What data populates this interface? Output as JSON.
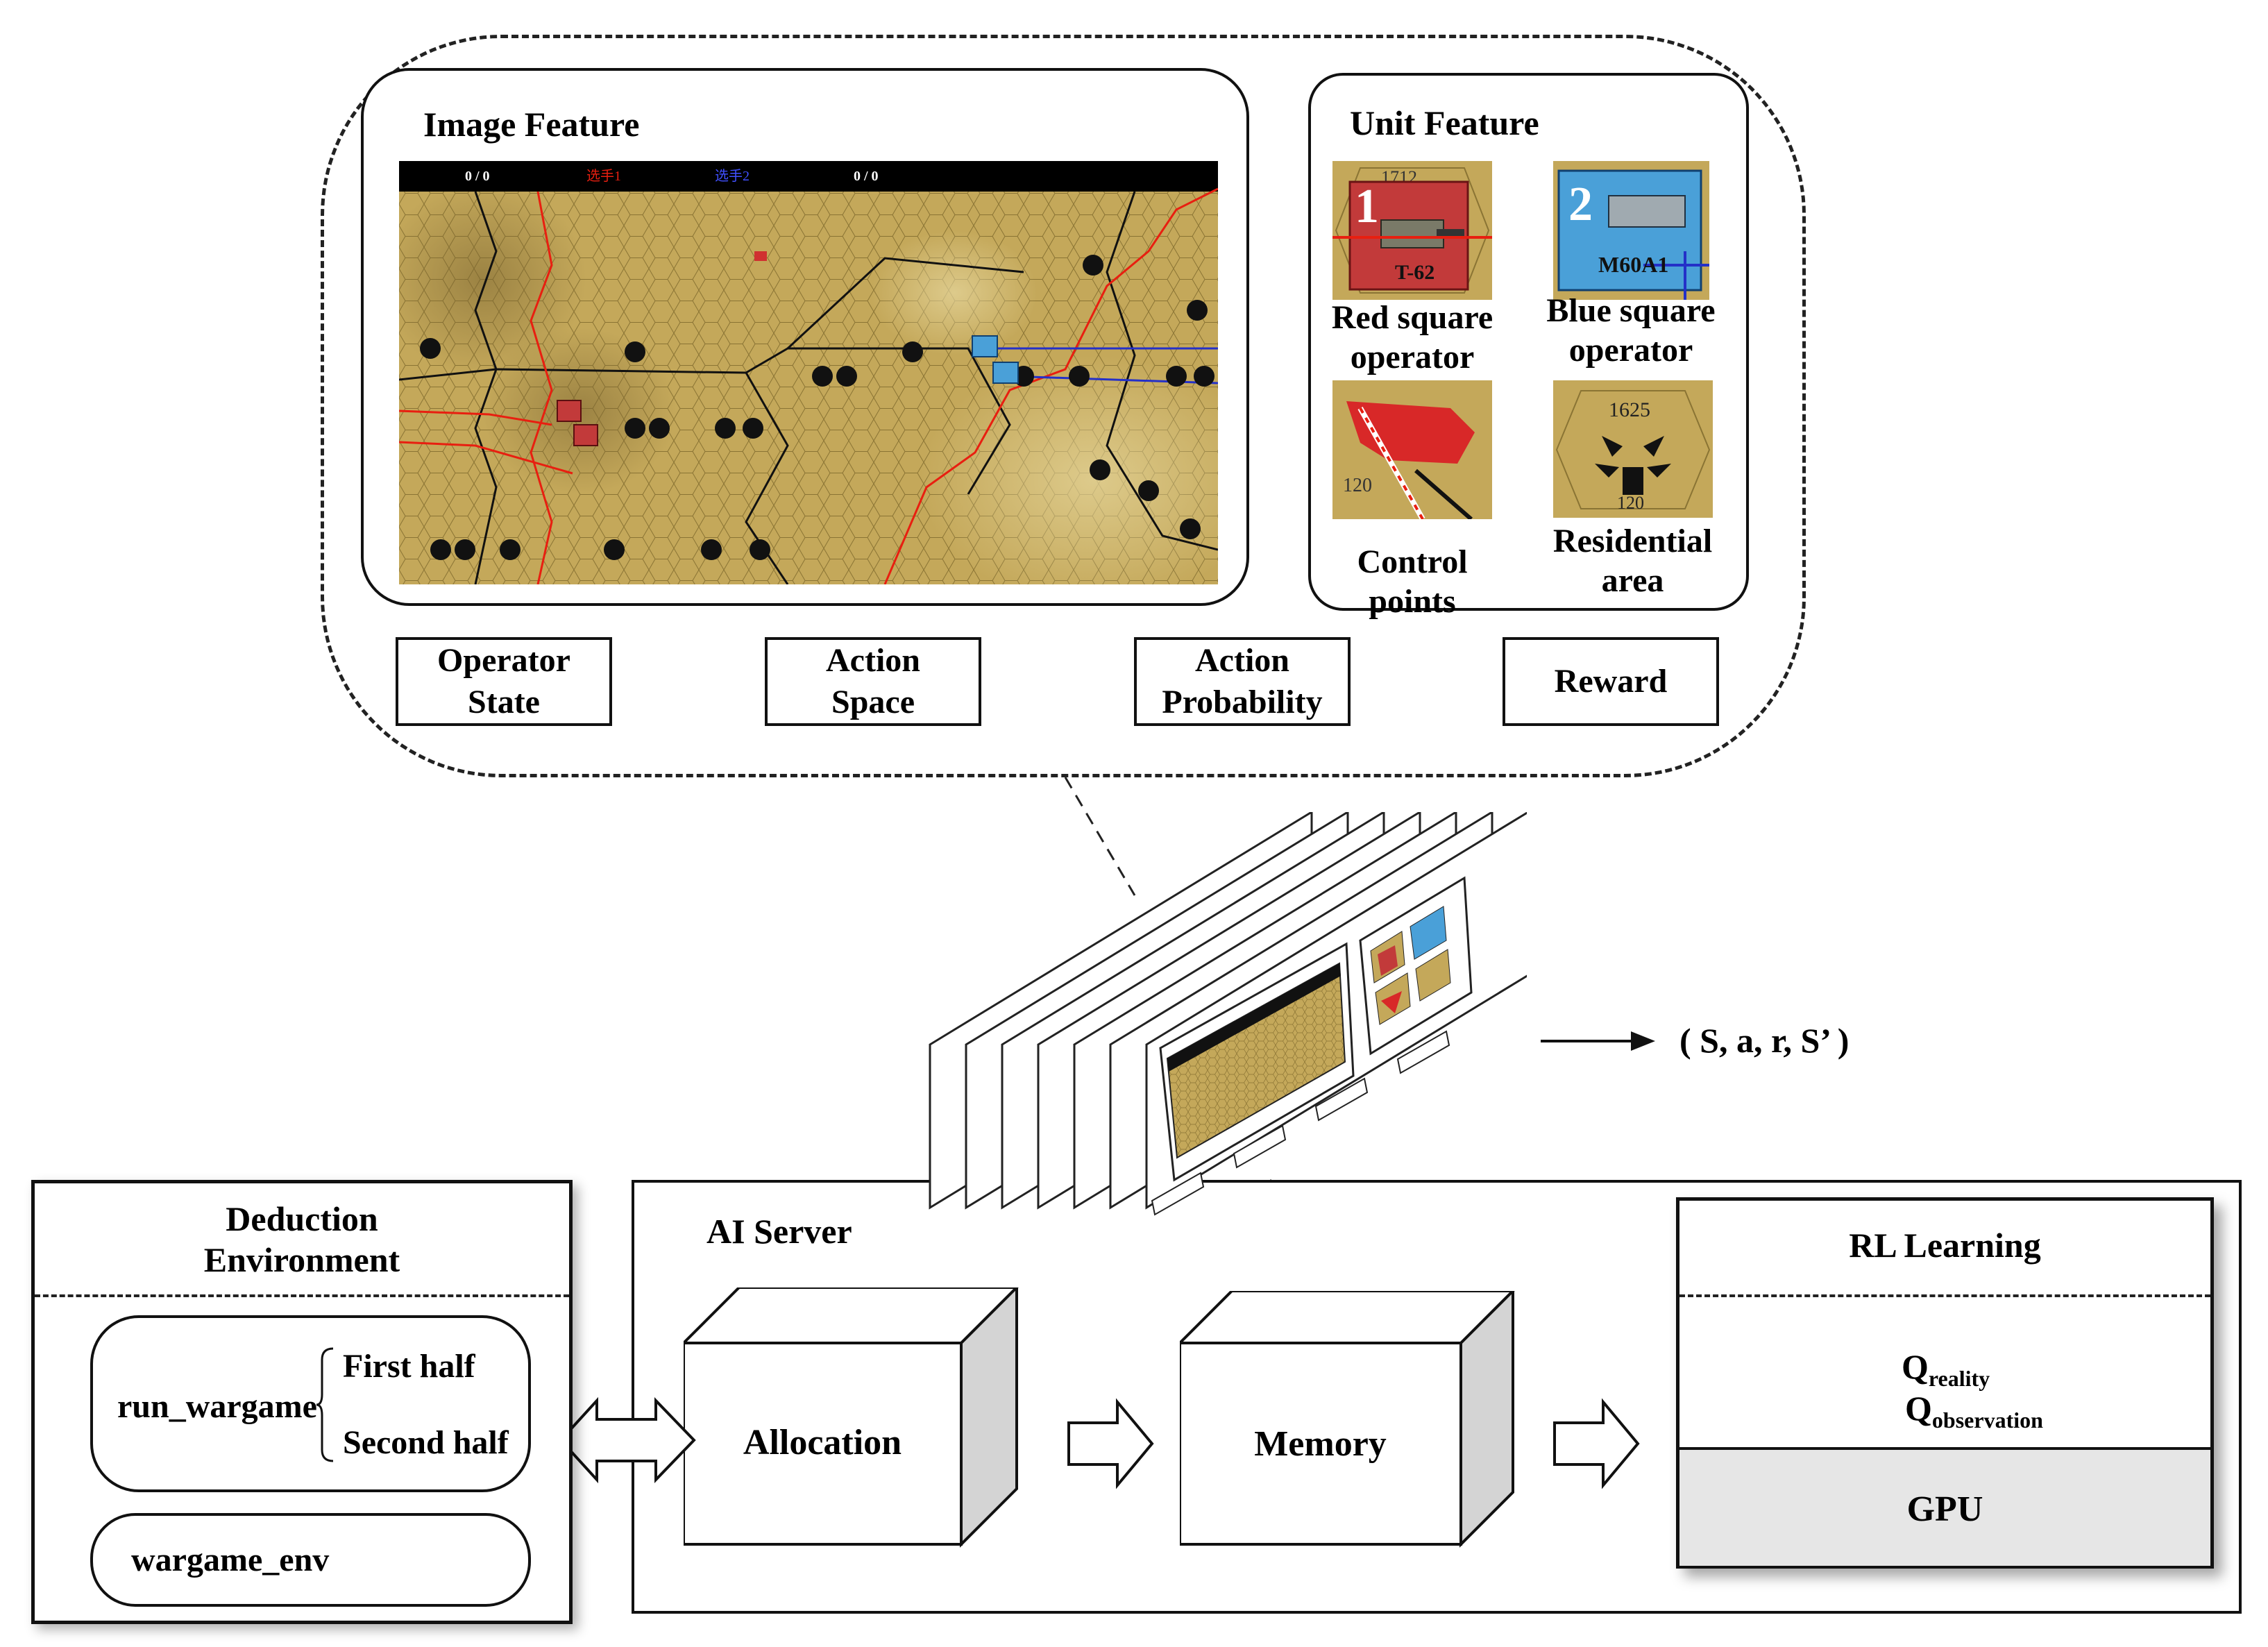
{
  "top_panel": {
    "image_feature": {
      "title": "Image Feature",
      "map_header": {
        "left_score": "0 / 0",
        "red_player": "选手1",
        "blue_player": "选手2",
        "right_score": "0 / 0"
      }
    },
    "unit_feature": {
      "title": "Unit Feature",
      "red_square": {
        "label": "Red square operator",
        "hex": "1712",
        "badge": "1",
        "code": "T-62"
      },
      "blue_square": {
        "label": "Blue square operator",
        "badge": "2",
        "code": "M60A1"
      },
      "control_points": {
        "label": "Control points",
        "code": "120"
      },
      "residential_area": {
        "label": "Residential area",
        "hex": "1625",
        "code": "120"
      }
    },
    "features": [
      "Operator State",
      "Action Space",
      "Action Probability",
      "Reward"
    ]
  },
  "transition_tuple": "( S, a, r, S’ )",
  "deduction_environment": {
    "title": "Deduction Environment",
    "run_wargame": "run_wargame",
    "first_half": "First half",
    "second_half": "Second half",
    "wargame_env": "wargame_env"
  },
  "ai_server": {
    "title": "AI Server",
    "allocation": "Allocation",
    "memory": "Memory"
  },
  "rl_learning": {
    "title": "RL Learning",
    "q_reality": {
      "base": "Q",
      "sub": "reality"
    },
    "q_observation": {
      "base": "Q",
      "sub": "observation"
    },
    "gpu": "GPU"
  },
  "colors": {
    "map_tan": "#c4a85a",
    "map_dark": "#9c8440",
    "red_border": "#e81f10",
    "blue_border": "#2430c8",
    "red_unit": "#c23a3a",
    "blue_unit": "#4aa0d8",
    "gpu_fill": "#e6e6e6"
  }
}
